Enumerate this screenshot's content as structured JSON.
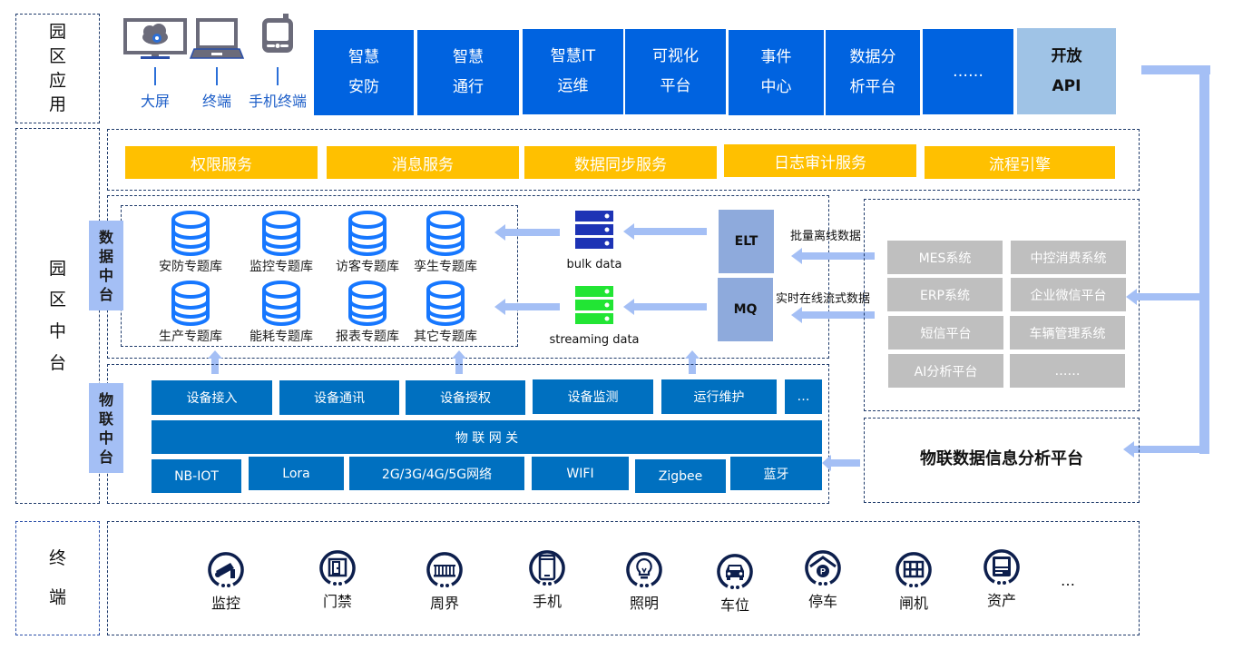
{
  "layers": {
    "app": [
      "园",
      "区",
      "应",
      "用"
    ],
    "middle": [
      "园",
      "区",
      "中",
      "台"
    ],
    "terminal": [
      "终",
      "端"
    ]
  },
  "app_devices": [
    {
      "icon": "monitor-cloud-icon",
      "label": "大屏"
    },
    {
      "icon": "laptop-icon",
      "label": "终端"
    },
    {
      "icon": "mobile-terminal-icon",
      "label": "手机终端"
    }
  ],
  "app_tiles": [
    {
      "line1": "智慧",
      "line2": "安防"
    },
    {
      "line1": "智慧",
      "line2": "通行"
    },
    {
      "line1": "智慧IT",
      "line2": "运维"
    },
    {
      "line1": "可视化",
      "line2": "平台"
    },
    {
      "line1": "事件",
      "line2": "中心"
    },
    {
      "line1": "数据分",
      "line2": "析平台"
    },
    {
      "line1": "……",
      "line2": ""
    }
  ],
  "open_api": {
    "line1": "开放",
    "line2": "API"
  },
  "services": [
    "权限服务",
    "消息服务",
    "数据同步服务",
    "日志审计服务",
    "流程引擎"
  ],
  "data_center": {
    "tag": [
      "数",
      "据",
      "中",
      "台"
    ],
    "databases": [
      "安防专题库",
      "监控专题库",
      "访客专题库",
      "孪生专题库",
      "生产专题库",
      "能耗专题库",
      "报表专题库",
      "其它专题库"
    ],
    "bulk_label": "bulk data",
    "streaming_label": "streaming data",
    "elt": "ELT",
    "mq": "MQ",
    "batch_label": "批量离线数据",
    "realtime_label": "实时在线流式数据"
  },
  "external_systems": [
    "MES系统",
    "中控消费系统",
    "ERP系统",
    "企业微信平台",
    "短信平台",
    "车辆管理系统",
    "AI分析平台",
    "……"
  ],
  "iot_center": {
    "tag": [
      "物",
      "联",
      "中",
      "台"
    ],
    "functions": [
      "设备接入",
      "设备通讯",
      "设备授权",
      "设备监测",
      "运行维护",
      "…"
    ],
    "gateway": "物 联 网 关",
    "protocols": [
      "NB-IOT",
      "Lora",
      "2G/3G/4G/5G网络",
      "WIFI",
      "Zigbee",
      "蓝牙"
    ]
  },
  "iot_analysis": "物联数据信息分析平台",
  "terminals": [
    {
      "icon": "camera-icon",
      "label": "监控"
    },
    {
      "icon": "door-icon",
      "label": "门禁"
    },
    {
      "icon": "fence-icon",
      "label": "周界"
    },
    {
      "icon": "phone-icon",
      "label": "手机"
    },
    {
      "icon": "bulb-icon",
      "label": "照明"
    },
    {
      "icon": "car-icon",
      "label": "车位"
    },
    {
      "icon": "parking-icon",
      "label": "停车"
    },
    {
      "icon": "gate-icon",
      "label": "闸机"
    },
    {
      "icon": "asset-icon",
      "label": "资产"
    }
  ],
  "terminal_more": "…",
  "colors": {
    "tile_blue": "#0063e0",
    "iot_blue": "#0070c0",
    "yellow": "#ffc000",
    "arrow": "#a4bff5",
    "api": "#9fc3e6",
    "gray": "#bfbfbf",
    "dark_navy": "#0d1f4d"
  }
}
